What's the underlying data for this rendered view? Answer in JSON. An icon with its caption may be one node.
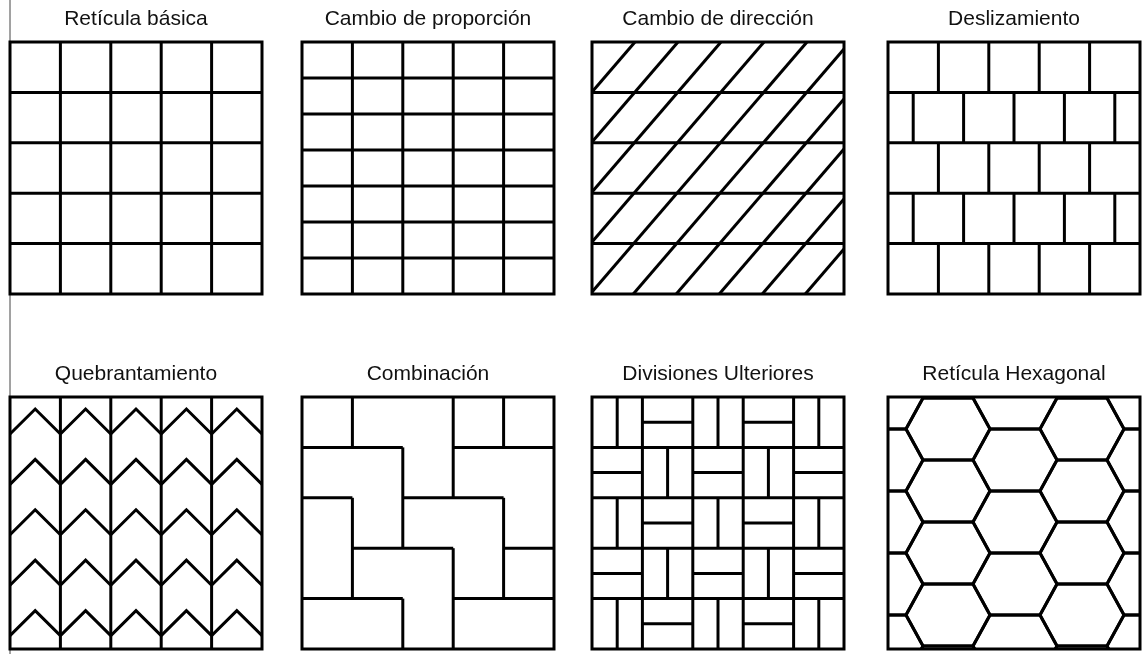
{
  "diagram": {
    "nodes": [
      {
        "text": [
          "Retícula básica"
        ]
      },
      {
        "text": [
          "Cambio de proporción"
        ]
      },
      {
        "text": [
          "Cambio de dirección"
        ]
      },
      {
        "text": [
          "Deslizamiento"
        ]
      },
      {
        "text": [
          "Quebrantamiento"
        ]
      },
      {
        "text": [
          "Combinación"
        ]
      },
      {
        "text": [
          "Divisiones Ulteriores"
        ]
      },
      {
        "text": [
          "Retícula Hexagonal"
        ]
      }
    ]
  }
}
